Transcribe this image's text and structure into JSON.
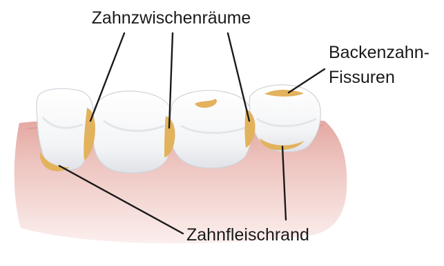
{
  "labels": {
    "interdental": "Zahnzwischenräume",
    "molar_line1": "Backenzahn-",
    "molar_line2": "Fissuren",
    "gumline": "Zahnfleischrand"
  },
  "colors": {
    "gum_light": "#f6e1de",
    "gum_mid": "#e7aea8",
    "gum_dark": "#d68b85",
    "tooth": "#ffffff",
    "tooth_shade": "#e4e6ea",
    "plaque": "#e3b25d",
    "line": "#1a1a1a"
  }
}
